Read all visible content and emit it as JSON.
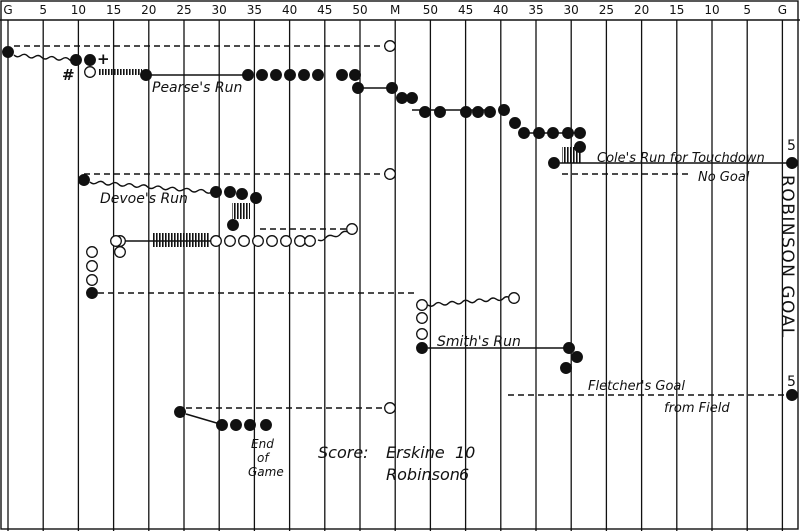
{
  "colors": {
    "ink": "#111111",
    "paper": "#ffffff"
  },
  "top_axis": [
    "G",
    "5",
    "10",
    "15",
    "20",
    "25",
    "30",
    "35",
    "40",
    "45",
    "50",
    "M",
    "50",
    "45",
    "40",
    "35",
    "30",
    "25",
    "20",
    "15",
    "10",
    "5",
    "G"
  ],
  "side_label": "ROBINSON GOAL",
  "side_scores": [
    "5",
    "5"
  ],
  "markers": {
    "hash": "#",
    "plus": "+"
  },
  "annotations": {
    "pearses_run": "Pearse's Run",
    "devoes_run": "Devoe's Run",
    "coles_run": "Cole's Run for Touchdown",
    "no_goal": "No Goal",
    "smiths_run": "Smith's Run",
    "fletchers_goal_1": "Fletcher's Goal",
    "fletchers_goal_2": "from Field",
    "end_1": "End",
    "end_2": "of",
    "end_3": "Game"
  },
  "score": {
    "label": "Score:",
    "team1": "Erskine",
    "score1": "10",
    "team2": "Robinson",
    "score2": "6"
  }
}
